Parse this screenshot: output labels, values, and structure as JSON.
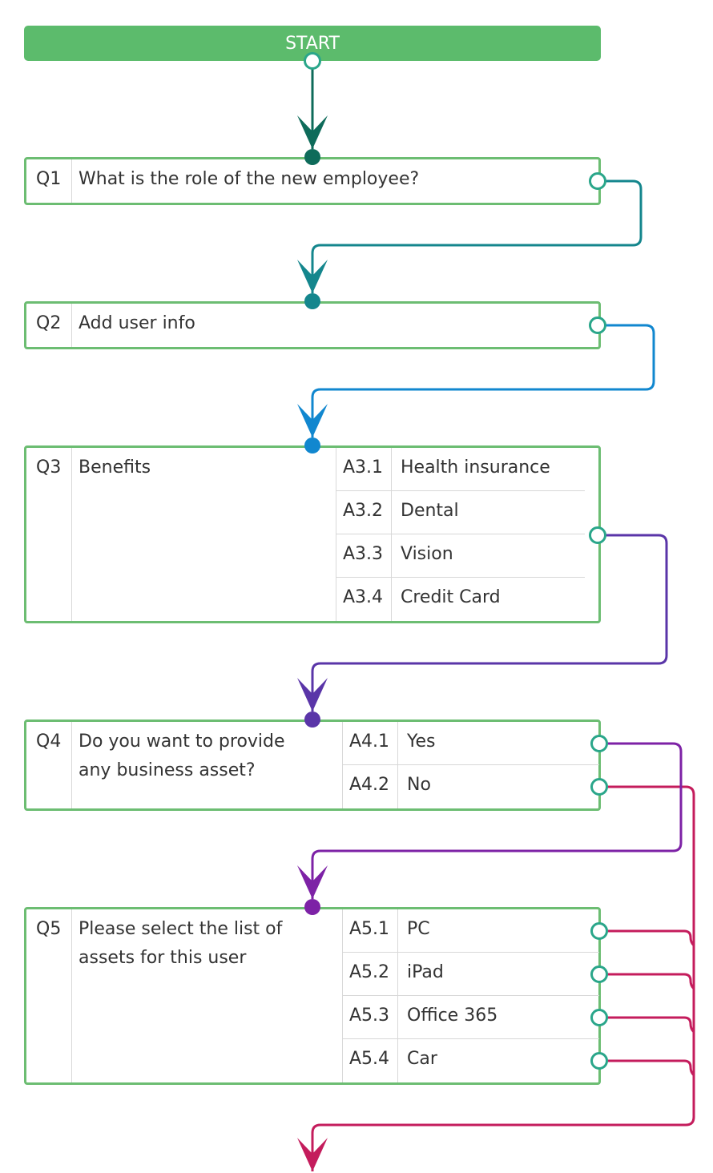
{
  "start": {
    "label": "START"
  },
  "questions": [
    {
      "id": "Q1",
      "text": "What is the role of the new employee?",
      "answers": []
    },
    {
      "id": "Q2",
      "text": "Add user info",
      "answers": []
    },
    {
      "id": "Q3",
      "text": "Benefits",
      "answers": [
        {
          "id": "A3.1",
          "label": "Health insurance"
        },
        {
          "id": "A3.2",
          "label": "Dental"
        },
        {
          "id": "A3.3",
          "label": "Vision"
        },
        {
          "id": "A3.4",
          "label": "Credit Card"
        }
      ]
    },
    {
      "id": "Q4",
      "text": "Do you want to provide\nany business asset?",
      "answers": [
        {
          "id": "A4.1",
          "label": "Yes"
        },
        {
          "id": "A4.2",
          "label": "No"
        }
      ]
    },
    {
      "id": "Q5",
      "text": "Please select the list of\nassets for this user",
      "answers": [
        {
          "id": "A5.1",
          "label": "PC"
        },
        {
          "id": "A5.2",
          "label": "iPad"
        },
        {
          "id": "A5.3",
          "label": "Office 365"
        },
        {
          "id": "A5.4",
          "label": "Car"
        }
      ]
    }
  ],
  "colors": {
    "box_border": "#6cbd72",
    "start_fill": "#5cbb6c",
    "port_ring": "#2aa68a",
    "start_to_q1": "#0e6b5a",
    "q1_to_q2": "#14868d",
    "q2_to_q3": "#1187cf",
    "q3_to_q4": "#5a35a8",
    "q4_yes_to_q5": "#7d22a6",
    "q4_no_and_q5_out": "#c41c5c"
  }
}
